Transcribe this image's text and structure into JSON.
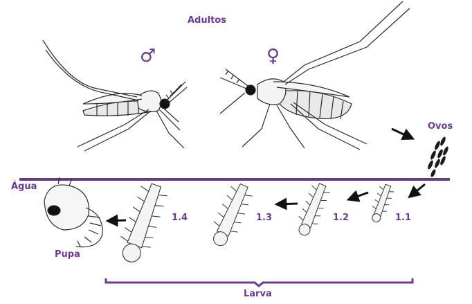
{
  "labels": {
    "adults": "Adultos",
    "male_symbol": "♂",
    "female_symbol": "♀",
    "eggs": "Ovos",
    "water": "Água",
    "pupa": "Pupa",
    "larva": "Larva",
    "stage_1_1": "1.1",
    "stage_1_2": "1.2",
    "stage_1_3": "1.3",
    "stage_1_4": "1.4"
  },
  "colors": {
    "accent": "#6b3a8f",
    "ink": "#2a2a2a"
  }
}
